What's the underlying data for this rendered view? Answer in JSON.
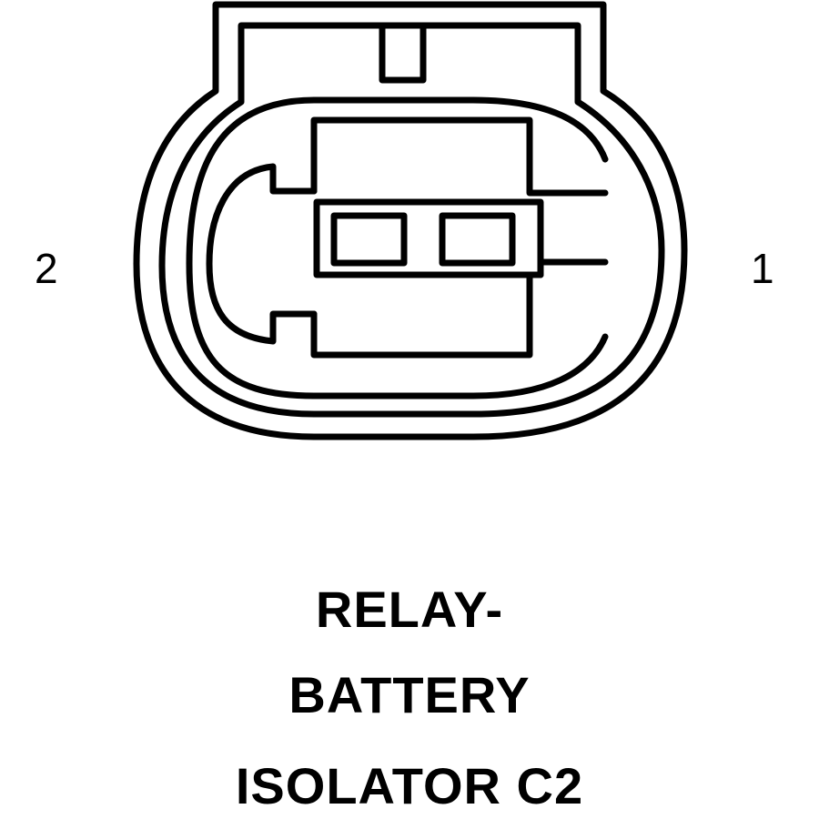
{
  "diagram": {
    "type": "connector-face-view",
    "stroke_color": "#000000",
    "background_color": "#ffffff",
    "pins": [
      {
        "label": "2",
        "side": "left"
      },
      {
        "label": "1",
        "side": "right"
      }
    ]
  },
  "title": {
    "lines": [
      "RELAY-",
      "BATTERY",
      "ISOLATOR C2"
    ]
  }
}
